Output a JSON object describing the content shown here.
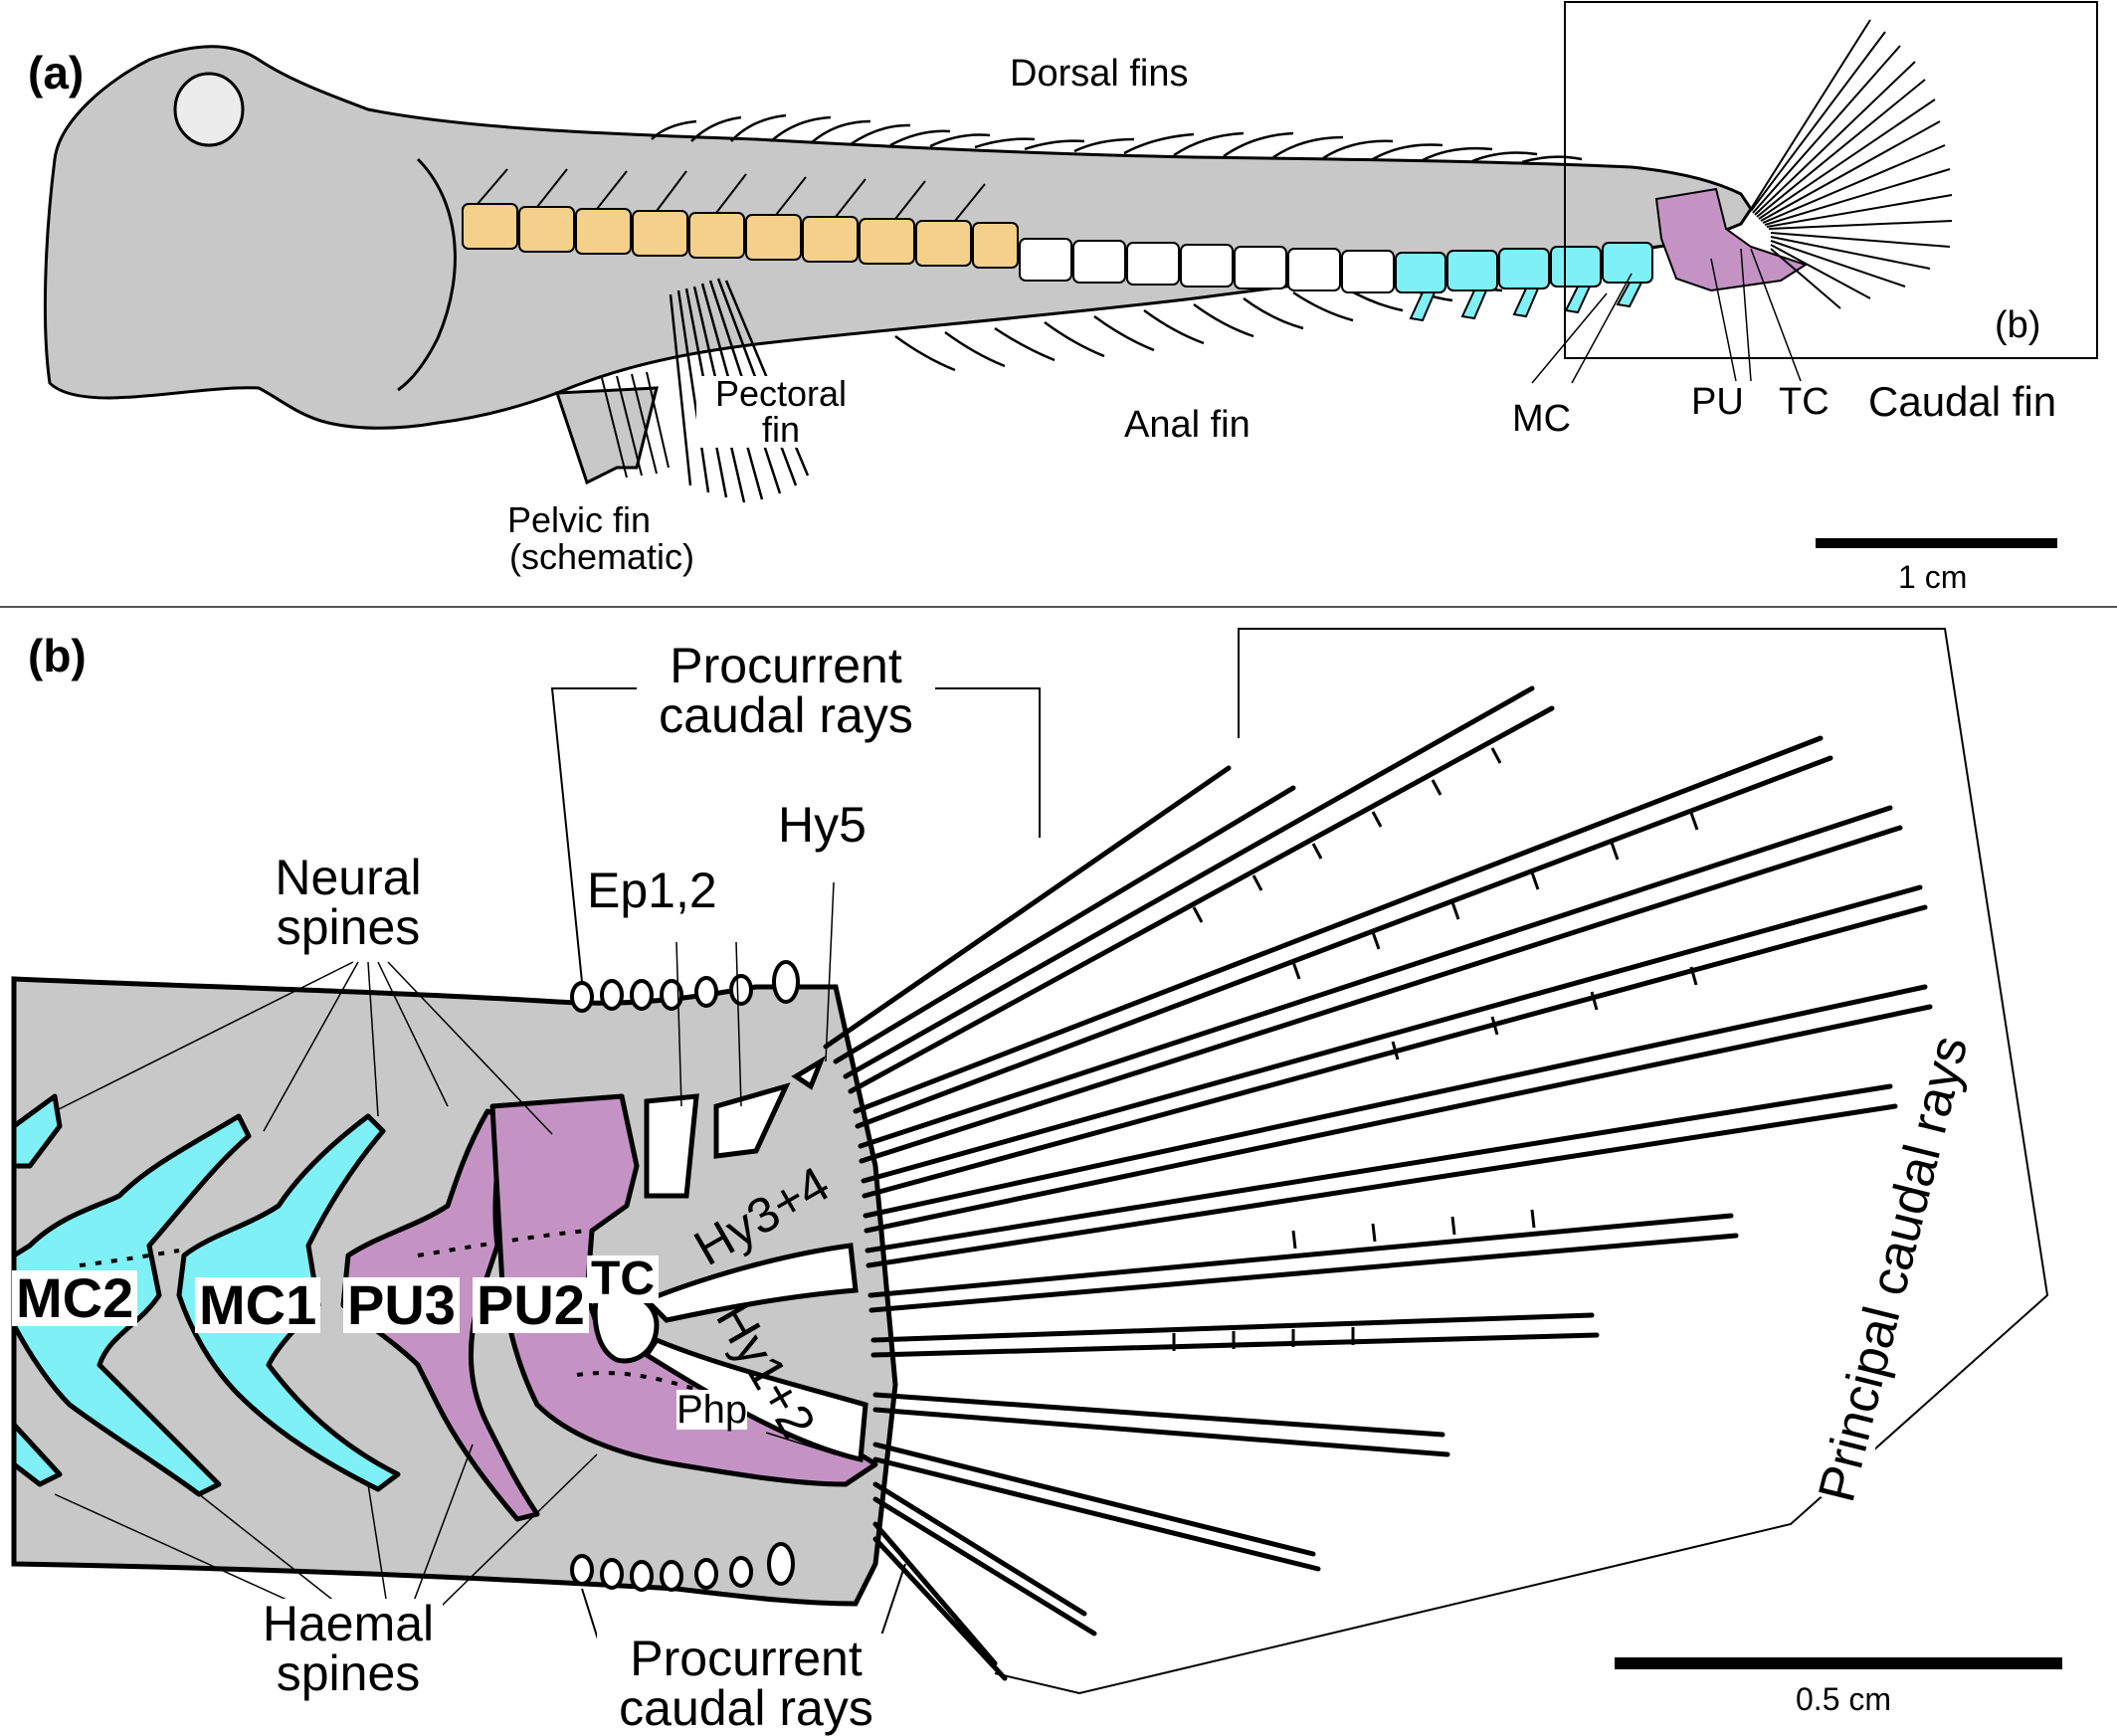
{
  "panel_a": {
    "letter": "(a)",
    "inset_letter": "(b)",
    "labels": {
      "dorsal_fins": "Dorsal fins",
      "pectoral_fin": "Pectoral fin",
      "pelvic_fin": "Pelvic fin",
      "pelvic_fin_note": "(schematic)",
      "anal_fin": "Anal fin",
      "mc": "MC",
      "pu": "PU",
      "tc": "TC",
      "caudal_fin": "Caudal fin"
    },
    "scale_bar": "1 cm"
  },
  "panel_b": {
    "letter": "(b)",
    "labels": {
      "procurrent_top": "Procurrent caudal rays",
      "procurrent_bottom": "Procurrent caudal rays",
      "neural_spines": "Neural spines",
      "haemal_spines": "Haemal spines",
      "ep": "Ep1,2",
      "hy5": "Hy5",
      "hy34": "Hy3+4",
      "hy12": "Hy1+2",
      "tc": "TC",
      "php": "Php",
      "mc2": "MC2",
      "mc1": "MC1",
      "pu3": "PU3",
      "pu2": "PU2",
      "principal": "Principal caudal rays"
    },
    "scale_bar": "0.5 cm"
  },
  "colors": {
    "body": "#c8c8c8",
    "precaudal_vertebrae": "#f5d08a",
    "middle_caudal_vertebrae": "#7ff0f5",
    "preural_vertebrae": "#c493c4",
    "outline": "#000000",
    "eye": "#ececec"
  }
}
